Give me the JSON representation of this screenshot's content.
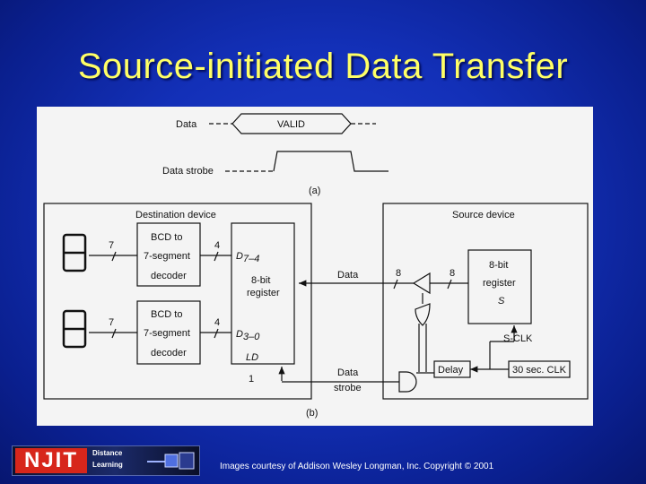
{
  "slide": {
    "title": "Source-initiated Data Transfer",
    "credit": "Images courtesy of Addison Wesley Longman, Inc. Copyright © 2001"
  },
  "logo": {
    "name": "NJIT",
    "line1": "Distance",
    "line2": "Learning"
  },
  "timing": {
    "data_label": "Data",
    "valid_label": "VALID",
    "strobe_label": "Data strobe",
    "caption": "(a)"
  },
  "destination": {
    "title": "Destination device",
    "decoder1": [
      "BCD to",
      "7-segment",
      "decoder"
    ],
    "decoder2": [
      "BCD to",
      "7-segment",
      "decoder"
    ],
    "bus7a": "7",
    "bus7b": "7",
    "bus4a": "4",
    "bus4b": "4",
    "d_high": "D",
    "d_high_sub": "7–4",
    "d_low": "D",
    "d_low_sub": "3–0",
    "register": [
      "8-bit",
      "register"
    ],
    "ld": "LD",
    "one": "1"
  },
  "source": {
    "title": "Source device",
    "register": [
      "8-bit",
      "register",
      "S"
    ],
    "bus8a": "8",
    "bus8b": "8",
    "sclk": "S-CLK",
    "delay": "Delay",
    "clock": "30 sec. CLK"
  },
  "link": {
    "data": "Data",
    "strobe": [
      "Data",
      "strobe"
    ]
  },
  "caption_b": "(b)"
}
